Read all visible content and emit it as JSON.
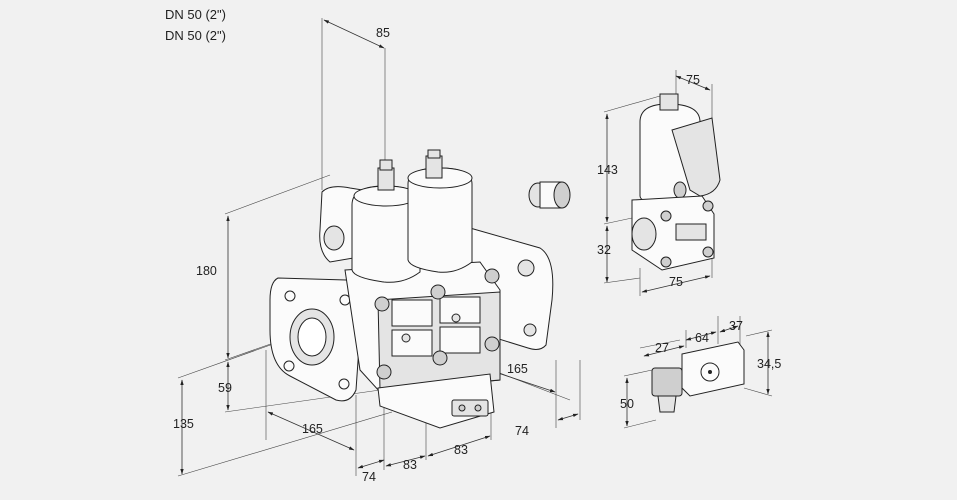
{
  "header": {
    "line1": "DN 50 (2\")",
    "line2": "DN 50 (2\")"
  },
  "dims": {
    "d85": "85",
    "d180": "180",
    "d59": "59",
    "d135": "135",
    "d165a": "165",
    "d74a": "74",
    "d83a": "83",
    "d83b": "83",
    "d165b": "165",
    "d74b": "74",
    "d75a": "75",
    "d143": "143",
    "d32": "32",
    "d75b": "75",
    "d27": "27",
    "d64": "64",
    "d37": "37",
    "d345": "34,5",
    "d50": "50"
  }
}
